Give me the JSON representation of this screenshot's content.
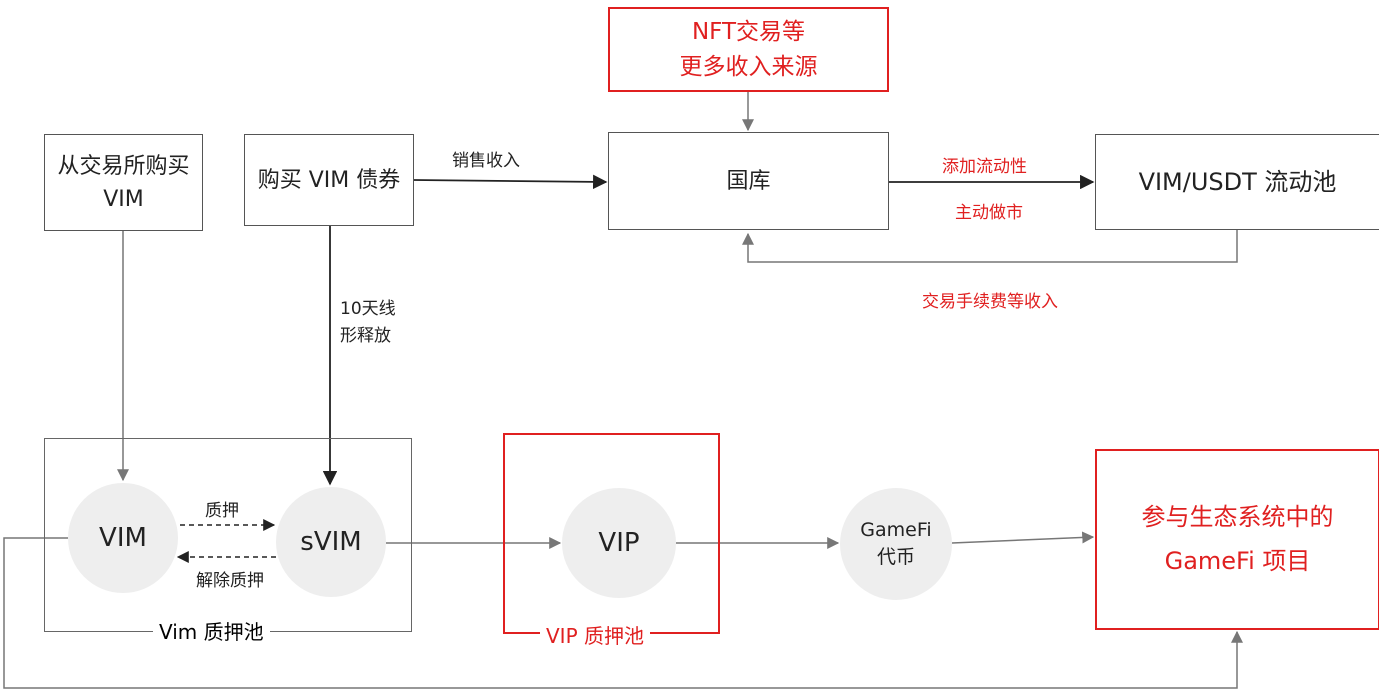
{
  "nodes": {
    "buy_exchange": "从交易所购买\nVIM",
    "buy_bond": "购买 VIM 债券",
    "nft": "NFT交易等\n更多收入来源",
    "treasury": "国库",
    "pool_usdt": "VIM/USDT 流动池",
    "vim": "VIM",
    "svim": "sVIM",
    "vip": "VIP",
    "gamefi_token": "GameFi\n代币",
    "ecosystem": "参与生态系统中的\nGameFi 项目"
  },
  "edge_labels": {
    "sales_income": "销售收入",
    "add_liquidity": "添加流动性",
    "market_making": "主动做市",
    "fee_income": "交易手续费等收入",
    "linear_release": "10天线\n形释放",
    "stake": "质押",
    "unstake": "解除质押"
  },
  "groups": {
    "vim_pool": "Vim 质押池",
    "vip_pool": "VIP 质押池"
  },
  "colors": {
    "red": "#e02020",
    "line": "#555555",
    "circle_fill": "#eeeeee"
  }
}
